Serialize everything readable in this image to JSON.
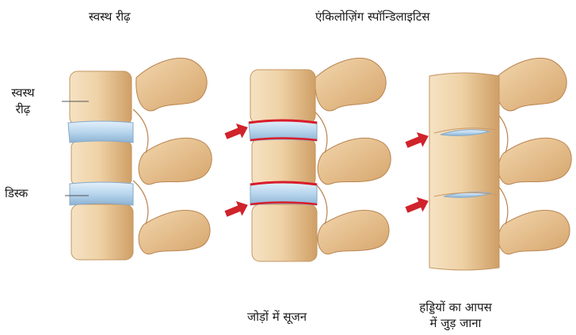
{
  "titles": {
    "healthy": "स्वस्थ  रीढ़",
    "as": "एंकिलोज़िंग स्पॉन्डिलाइटिस"
  },
  "labels": {
    "healthy_spine_line1": "स्वस्थ",
    "healthy_spine_line2": "रीढ़",
    "disc": "डिस्क"
  },
  "captions": {
    "inflammation": "जोड़ों में सूजन",
    "fusion_line1": "हड्डियों का आपस",
    "fusion_line2": "में जुड़ जाना"
  },
  "colors": {
    "bone": "#eac79a",
    "bone_shadow": "#c99a63",
    "disc": "#b9d7ee",
    "disc_shadow": "#8fb3d2",
    "inflammation": "#d91c2a",
    "arrow": "#d0232b"
  }
}
